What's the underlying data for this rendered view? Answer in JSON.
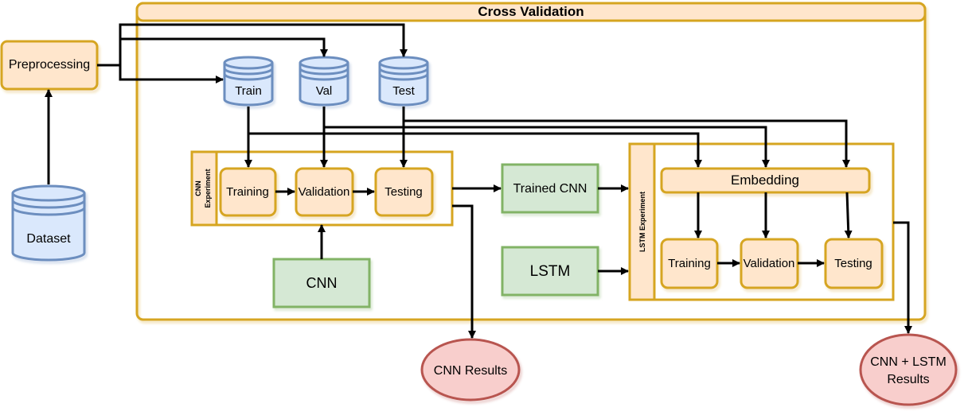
{
  "cross_validation": {
    "title": "Cross Validation"
  },
  "preprocessing": {
    "label": "Preprocessing"
  },
  "dataset": {
    "label": "Dataset"
  },
  "splits": {
    "train": "Train",
    "val": "Val",
    "test": "Test"
  },
  "cnn_experiment": {
    "label_line1": "CNN",
    "label_line2": "Experiment",
    "training": "Training",
    "validation": "Validation",
    "testing": "Testing"
  },
  "cnn_model": {
    "label": "CNN"
  },
  "trained_cnn": {
    "label": "Trained CNN"
  },
  "lstm_model": {
    "label": "LSTM"
  },
  "lstm_experiment": {
    "label": "LSTM Experiment",
    "embedding": "Embedding",
    "training": "Training",
    "validation": "Validation",
    "testing": "Testing"
  },
  "results": {
    "cnn": "CNN Results",
    "combined_line1": "CNN + LSTM",
    "combined_line2": "Results"
  },
  "colors": {
    "orange_fill": "#ffe6cc",
    "orange_stroke": "#d79b00",
    "gold_stroke": "#d6a520",
    "blue_fill": "#dae8fc",
    "blue_stroke": "#6c8ebf",
    "green_fill": "#d5e8d4",
    "green_stroke": "#82b366",
    "red_fill": "#f8cecc",
    "red_stroke": "#b85450"
  }
}
